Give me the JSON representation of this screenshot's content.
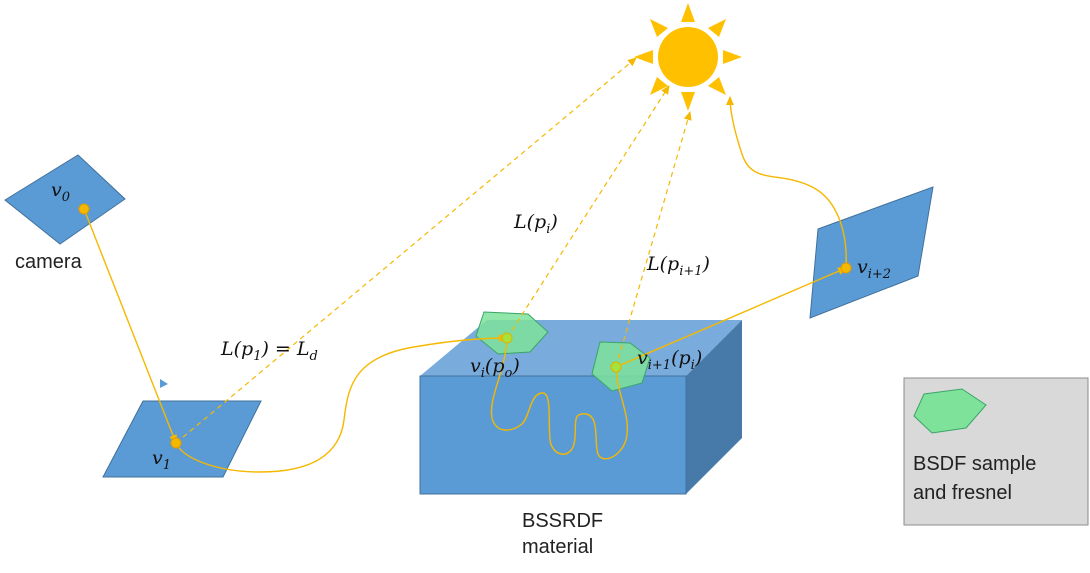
{
  "colors": {
    "plane": "#5b9bd5",
    "plane_stroke": "#41719c",
    "box_front": "#5b9bd5",
    "box_top": "#79acdc",
    "box_side": "#4779a9",
    "path": "#f5b800",
    "vertex": "#f5b800",
    "sun": "#ffc000",
    "sample_fill": "#7ee29a",
    "sample_stroke": "#3aa568",
    "legend_bg": "#d9d9d9",
    "legend_border": "#8c8c8c"
  },
  "labels": {
    "camera": "camera",
    "material_line1": "BSSRDF",
    "material_line2": "material",
    "legend_line1": "BSDF sample",
    "legend_line2": "and fresnel"
  },
  "math": {
    "v0": {
      "base": "v",
      "sub": "0"
    },
    "v1": {
      "base": "v",
      "sub": "1"
    },
    "vi": {
      "base": "v",
      "sub": "i",
      "tail": "(p",
      "tail_sub": "o",
      "close": ")"
    },
    "vi1": {
      "base": "v",
      "sub": "i+1",
      "tail": "(p",
      "tail_sub": "i",
      "close": ")"
    },
    "vi2": {
      "base": "v",
      "sub": "i+2"
    },
    "Lp1": {
      "pre": "L(p",
      "sub": "1",
      "mid": ") = L",
      "sub2": "d"
    },
    "Lpi": {
      "pre": "L(p",
      "sub": "i",
      "post": ")"
    },
    "Lpi1": {
      "pre": "L(p",
      "sub": "i+1",
      "post": ")"
    }
  }
}
